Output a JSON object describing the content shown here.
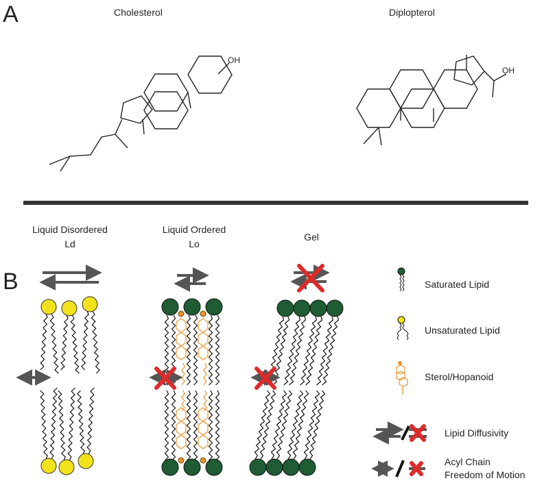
{
  "panel_a": {
    "letter": "A",
    "molecules": [
      {
        "name": "Cholesterol",
        "oh_label": "OH"
      },
      {
        "name": "Diplopterol",
        "oh_label": "OH"
      }
    ]
  },
  "panel_b": {
    "letter": "B",
    "phases": [
      {
        "line1": "Liquid Disordered",
        "line2": "Ld"
      },
      {
        "line1": "Liquid Ordered",
        "line2": "Lo"
      },
      {
        "line1": "Gel",
        "line2": ""
      }
    ]
  },
  "legend": {
    "saturated": "Saturated Lipid",
    "unsaturated": "Unsaturated Lipid",
    "sterol": "Sterol/Hopanoid",
    "diffusivity": "Lipid Diffusivity",
    "acyl_line1": "Acyl Chain",
    "acyl_line2": "Freedom of Motion"
  },
  "colors": {
    "saturated_head": "#1f5c33",
    "unsaturated_head": "#f2e21c",
    "sterol": "#e8952c",
    "block_x": "#e02a2a",
    "arrow": "#555555",
    "divider": "#333333"
  }
}
